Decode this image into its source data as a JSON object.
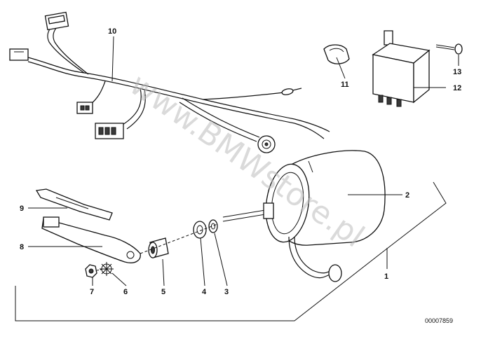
{
  "watermark": "www.BMWstore.pl",
  "drawing_code": "00007859",
  "callouts": [
    {
      "id": "1",
      "label": "1"
    },
    {
      "id": "2",
      "label": "2"
    },
    {
      "id": "3",
      "label": "3"
    },
    {
      "id": "4",
      "label": "4"
    },
    {
      "id": "5",
      "label": "5"
    },
    {
      "id": "6",
      "label": "6"
    },
    {
      "id": "7",
      "label": "7"
    },
    {
      "id": "8",
      "label": "8"
    },
    {
      "id": "9",
      "label": "9"
    },
    {
      "id": "10",
      "label": "10"
    },
    {
      "id": "11",
      "label": "11"
    },
    {
      "id": "12",
      "label": "12"
    },
    {
      "id": "13",
      "label": "13"
    }
  ]
}
